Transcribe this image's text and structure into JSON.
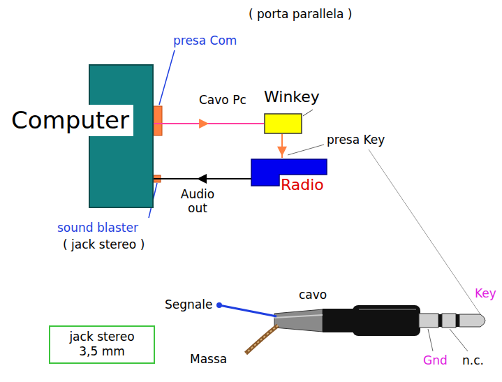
{
  "diagram": {
    "nodes": [
      {
        "text": [
          "Computer"
        ]
      },
      {
        "text": [
          "Winkey"
        ]
      },
      {
        "text": [
          "Radio"
        ]
      },
      {
        "text": [
          "jack stereo 3,5 mm"
        ]
      }
    ],
    "edges": [
      {
        "from": 0,
        "to": 1,
        "arrow": "to",
        "label": "Cavo Pc"
      },
      {
        "from": 1,
        "to": 2,
        "arrow": "to"
      },
      {
        "from": 2,
        "to": 0,
        "arrow": "to",
        "label": "Audio out"
      }
    ],
    "labels": [
      "( porta parallela )",
      "presa Com",
      "presa Key",
      "sound blaster",
      "( jack stereo )",
      "Segnale",
      "cavo",
      "Massa",
      "Key",
      "Gnd",
      "n.c."
    ]
  }
}
